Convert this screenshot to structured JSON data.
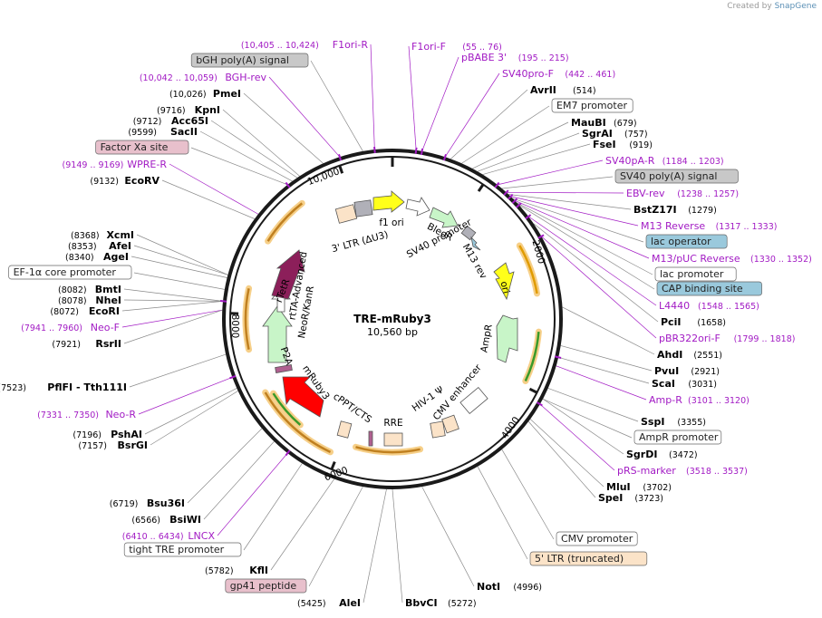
{
  "credit": {
    "prefix": "Created by",
    "brand": "SnapGene"
  },
  "plasmid": {
    "name": "TRE-mRuby3",
    "size_label": "10,560 bp",
    "length": 10560
  },
  "ticks": [
    "2000",
    "4000",
    "6000",
    "8000",
    "10,000"
  ],
  "colors": {
    "primer": "#a21bc4",
    "gray_box": "#c8c8c8",
    "blue_box": "#9ac9dc",
    "pink_box": "#e8c0cc",
    "peach_box": "#fbe3c8",
    "white_box": "#ffffff"
  },
  "right_labels": [
    {
      "label": "F1ori-F",
      "pos": "(55 .. 76)",
      "kind": "primer"
    },
    {
      "label": "pBABE 3'",
      "pos": "(195 .. 215)",
      "kind": "primer"
    },
    {
      "label": "SV40pro-F",
      "pos": "(442 .. 461)",
      "kind": "primer"
    },
    {
      "label": "AvrII",
      "pos": "(514)",
      "kind": "enzyme"
    },
    {
      "label": "EM7 promoter",
      "pos": "",
      "kind": "white"
    },
    {
      "label": "MauBI",
      "pos": "(679)",
      "kind": "enzyme"
    },
    {
      "label": "SgrAI",
      "pos": "(757)",
      "kind": "enzyme"
    },
    {
      "label": "FseI",
      "pos": "(919)",
      "kind": "enzyme"
    },
    {
      "label": "SV40pA-R",
      "pos": "(1184 .. 1203)",
      "kind": "primer"
    },
    {
      "label": "SV40 poly(A) signal",
      "pos": "",
      "kind": "gray"
    },
    {
      "label": "EBV-rev",
      "pos": "(1238 .. 1257)",
      "kind": "primer"
    },
    {
      "label": "BstZ17I",
      "pos": "(1279)",
      "kind": "enzyme"
    },
    {
      "label": "M13 Reverse",
      "pos": "(1317 .. 1333)",
      "kind": "primer"
    },
    {
      "label": "lac operator",
      "pos": "",
      "kind": "blue"
    },
    {
      "label": "M13/pUC Reverse",
      "pos": "(1330 .. 1352)",
      "kind": "primer"
    },
    {
      "label": "lac promoter",
      "pos": "",
      "kind": "white"
    },
    {
      "label": "CAP binding site",
      "pos": "",
      "kind": "blue"
    },
    {
      "label": "L4440",
      "pos": "(1548 .. 1565)",
      "kind": "primer"
    },
    {
      "label": "PciI",
      "pos": "(1658)",
      "kind": "enzyme"
    },
    {
      "label": "pBR322ori-F",
      "pos": "(1799 .. 1818)",
      "kind": "primer"
    },
    {
      "label": "AhdI",
      "pos": "(2551)",
      "kind": "enzyme"
    },
    {
      "label": "PvuI",
      "pos": "(2921)",
      "kind": "enzyme"
    },
    {
      "label": "ScaI",
      "pos": "(3031)",
      "kind": "enzyme"
    },
    {
      "label": "Amp-R",
      "pos": "(3101 .. 3120)",
      "kind": "primer"
    },
    {
      "label": "SspI",
      "pos": "(3355)",
      "kind": "enzyme"
    },
    {
      "label": "AmpR promoter",
      "pos": "",
      "kind": "white"
    },
    {
      "label": "SgrDI",
      "pos": "(3472)",
      "kind": "enzyme"
    },
    {
      "label": "pRS-marker",
      "pos": "(3518 .. 3537)",
      "kind": "primer"
    },
    {
      "label": "MluI",
      "pos": "(3702)",
      "kind": "enzyme"
    },
    {
      "label": "SpeI",
      "pos": "(3723)",
      "kind": "enzyme"
    },
    {
      "label": "CMV promoter",
      "pos": "",
      "kind": "white"
    },
    {
      "label": "5' LTR (truncated)",
      "pos": "",
      "kind": "peach"
    },
    {
      "label": "NotI",
      "pos": "(4996)",
      "kind": "enzyme"
    },
    {
      "label": "BbvCI",
      "pos": "(5272)",
      "kind": "enzyme"
    }
  ],
  "left_labels": [
    {
      "label": "F1ori-R",
      "pos": "(10,405 .. 10,424)",
      "kind": "primer"
    },
    {
      "label": "bGH poly(A) signal",
      "pos": "",
      "kind": "gray"
    },
    {
      "label": "BGH-rev",
      "pos": "(10,042 .. 10,059)",
      "kind": "primer"
    },
    {
      "label": "PmeI",
      "pos": "(10,026)",
      "kind": "enzyme"
    },
    {
      "label": "KpnI",
      "pos": "(9716)",
      "kind": "enzyme"
    },
    {
      "label": "Acc65I",
      "pos": "(9712)",
      "kind": "enzyme"
    },
    {
      "label": "SacII",
      "pos": "(9599)",
      "kind": "enzyme"
    },
    {
      "label": "Factor Xa site",
      "pos": "",
      "kind": "pink"
    },
    {
      "label": "WPRE-R",
      "pos": "(9149 .. 9169)",
      "kind": "primer"
    },
    {
      "label": "EcoRV",
      "pos": "(9132)",
      "kind": "enzyme"
    },
    {
      "label": "XcmI",
      "pos": "(8368)",
      "kind": "enzyme"
    },
    {
      "label": "AfeI",
      "pos": "(8353)",
      "kind": "enzyme"
    },
    {
      "label": "AgeI",
      "pos": "(8340)",
      "kind": "enzyme"
    },
    {
      "label": "EF-1α core promoter",
      "pos": "",
      "kind": "white"
    },
    {
      "label": "BmtI",
      "pos": "(8082)",
      "kind": "enzyme"
    },
    {
      "label": "NheI",
      "pos": "(8078)",
      "kind": "enzyme"
    },
    {
      "label": "EcoRI",
      "pos": "(8072)",
      "kind": "enzyme"
    },
    {
      "label": "Neo-F",
      "pos": "(7941 .. 7960)",
      "kind": "primer"
    },
    {
      "label": "RsrII",
      "pos": "(7921)",
      "kind": "enzyme"
    },
    {
      "label": "PflFI - Tth111I",
      "pos": "(7523)",
      "kind": "enzyme"
    },
    {
      "label": "Neo-R",
      "pos": "(7331 .. 7350)",
      "kind": "primer"
    },
    {
      "label": "PshAI",
      "pos": "(7196)",
      "kind": "enzyme"
    },
    {
      "label": "BsrGI",
      "pos": "(7157)",
      "kind": "enzyme"
    },
    {
      "label": "Bsu36I",
      "pos": "(6719)",
      "kind": "enzyme"
    },
    {
      "label": "BsiWI",
      "pos": "(6566)",
      "kind": "enzyme"
    },
    {
      "label": "LNCX",
      "pos": "(6410 .. 6434)",
      "kind": "primer"
    },
    {
      "label": "tight TRE promoter",
      "pos": "",
      "kind": "white"
    },
    {
      "label": "KflI",
      "pos": "(5782)",
      "kind": "enzyme"
    },
    {
      "label": "gp41 peptide",
      "pos": "",
      "kind": "pink"
    },
    {
      "label": "AleI",
      "pos": "(5425)",
      "kind": "enzyme"
    }
  ],
  "features": [
    {
      "name": "f1 ori",
      "color": "#ffff1a"
    },
    {
      "name": "BleoR",
      "color": "#c8f5c8"
    },
    {
      "name": "SV40 promoter",
      "color": "#ffffff"
    },
    {
      "name": "M13 rev",
      "color": "#9ac9dc"
    },
    {
      "name": "ori",
      "color": "#ffff1a"
    },
    {
      "name": "AmpR",
      "color": "#c8f5c8"
    },
    {
      "name": "CMV enhancer",
      "color": "#ffffff"
    },
    {
      "name": "HIV-1 Ψ",
      "color": "#fbe3c8"
    },
    {
      "name": "RRE",
      "color": "#fbe3c8"
    },
    {
      "name": "cPPT/CTS",
      "color": "#fbe3c8"
    },
    {
      "name": "mRuby3",
      "color": "#ff0000"
    },
    {
      "name": "P2A",
      "color": "#b06090"
    },
    {
      "name": "NeoR/KanR",
      "color": "#c8f5c8"
    },
    {
      "name": "rtTA-Advanced",
      "color": "#ffffff"
    },
    {
      "name": "rTetR",
      "color": "#8c1f5a"
    },
    {
      "name": "3' LTR (ΔU3)",
      "color": "#fbe3c8"
    }
  ]
}
